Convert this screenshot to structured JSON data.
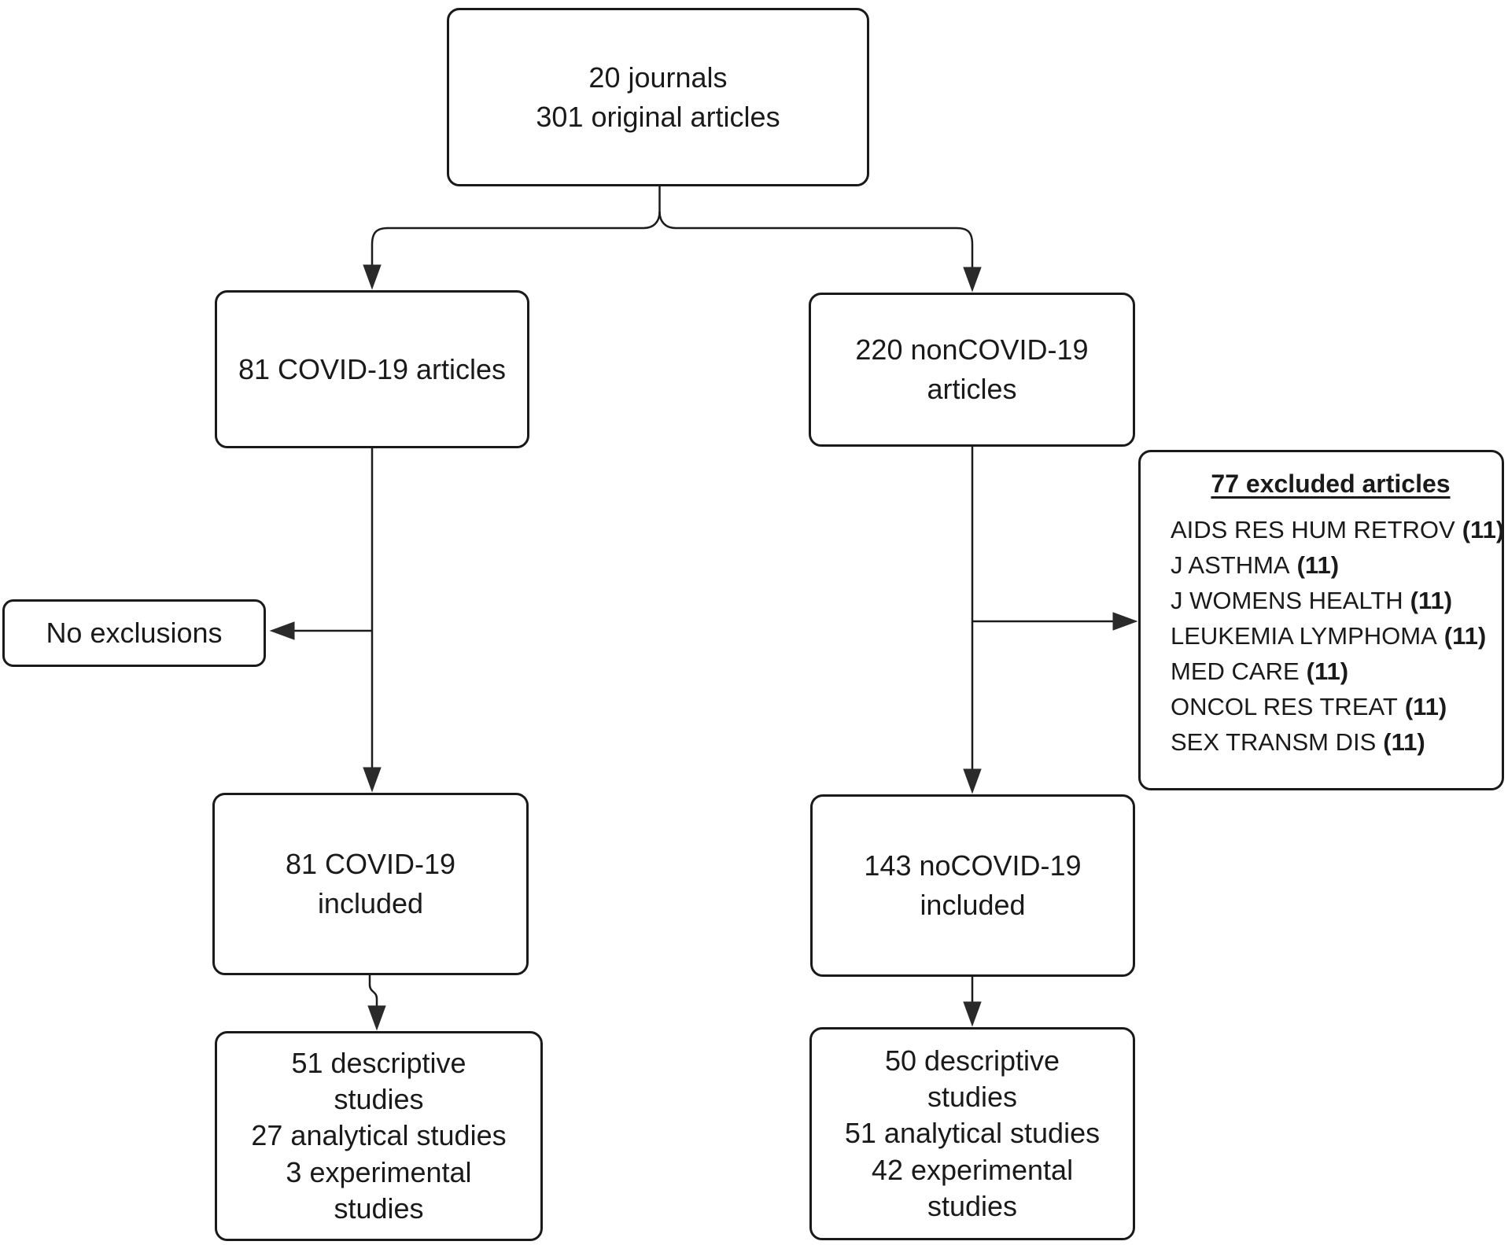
{
  "colors": {
    "background": "#ffffff",
    "line": "#1c1c1c",
    "text": "#1a1a1a"
  },
  "boxes": {
    "source": {
      "lines": [
        "20 journals",
        "301 original articles"
      ]
    },
    "covid_articles": {
      "text": "81 COVID-19 articles"
    },
    "noncovid_articles": {
      "text": "220 nonCOVID-19 articles"
    },
    "no_exclusions": {
      "text": "No exclusions"
    },
    "excluded": {
      "title": "77 excluded articles",
      "items": [
        {
          "journal": "AIDS RES HUM RETROV",
          "count": "(11)"
        },
        {
          "journal": "J ASTHMA",
          "count": "(11)"
        },
        {
          "journal": "J WOMENS HEALTH",
          "count": "(11)"
        },
        {
          "journal": "LEUKEMIA LYMPHOMA",
          "count": "(11)"
        },
        {
          "journal": "MED CARE",
          "count": "(11)"
        },
        {
          "journal": "ONCOL RES TREAT",
          "count": "(11)"
        },
        {
          "journal": "SEX TRANSM DIS",
          "count": "(11)"
        }
      ]
    },
    "covid_included": {
      "text": "81 COVID-19 included"
    },
    "noncovid_included": {
      "text": "143 noCOVID-19 included"
    },
    "covid_studies": {
      "entries": [
        "51 descriptive studies",
        "27 analytical studies",
        "3 experimental studies"
      ]
    },
    "noncovid_studies": {
      "entries": [
        "50 descriptive studies",
        "51 analytical studies",
        "42 experimental studies"
      ]
    }
  }
}
